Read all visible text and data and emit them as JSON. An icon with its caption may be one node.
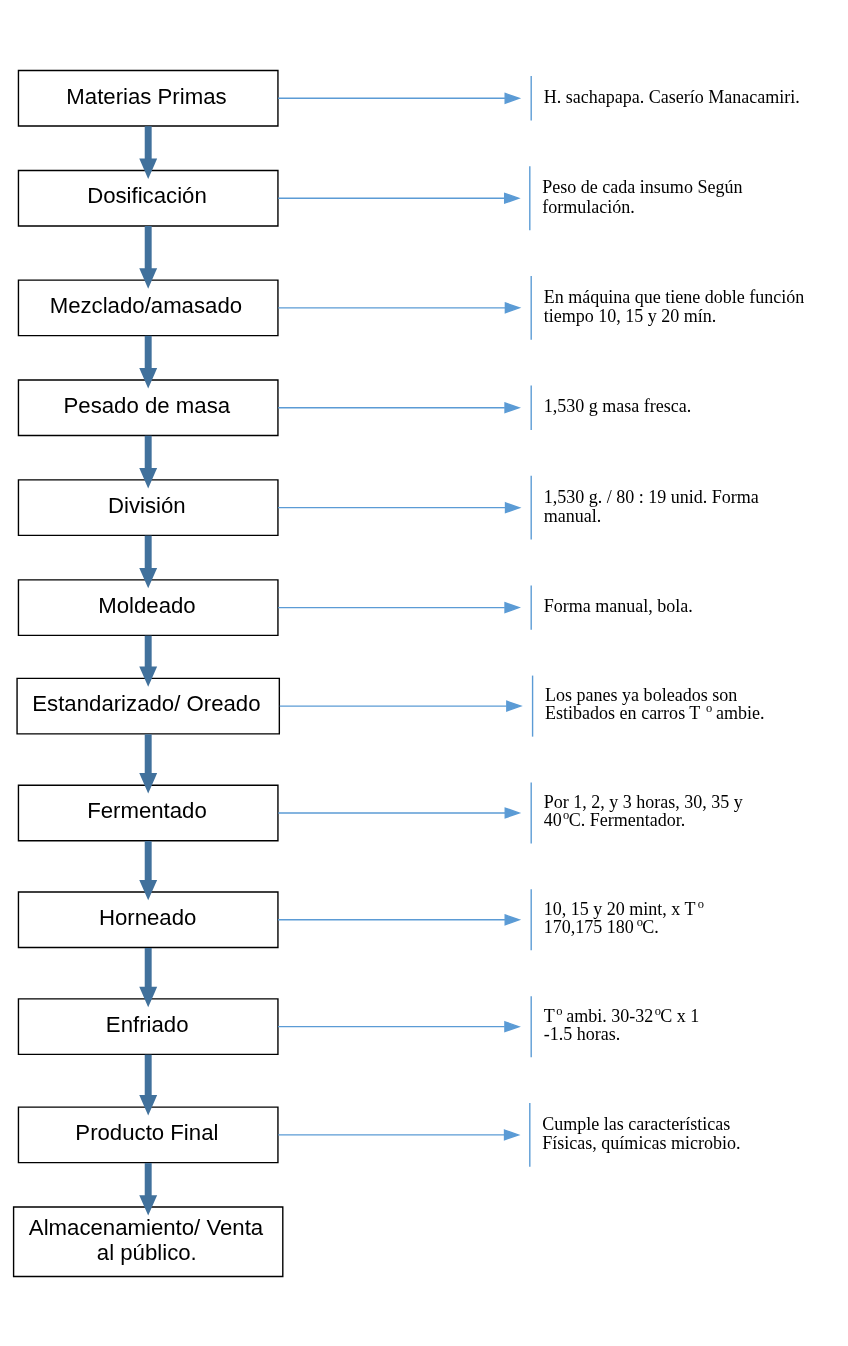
{
  "diagram": {
    "nodes": [
      {
        "text": [
          "Materias Primas"
        ]
      },
      {
        "text": [
          "H. sachapapa. Caserío Manacamiri."
        ]
      },
      {
        "text": [
          "Dosificación"
        ]
      },
      {
        "text": [
          "Peso de cada insumo Según formulación."
        ]
      },
      {
        "text": [
          "Mezclado/amasado"
        ]
      },
      {
        "text": [
          "En máquina que tiene doble función tiempo 10, 15 y 20 mín."
        ]
      },
      {
        "text": [
          "Pesado de masa"
        ]
      },
      {
        "text": [
          "1,530 g masa fresca."
        ]
      },
      {
        "text": [
          "División"
        ]
      },
      {
        "text": [
          "1,530 g. / 80 : 19 unid. Forma manual."
        ]
      },
      {
        "text": [
          "Moldeado"
        ]
      },
      {
        "text": [
          "Forma manual, bola."
        ]
      },
      {
        "text": [
          "Estandarizado/ Oreado"
        ]
      },
      {
        "text": [
          "Los panes ya boleados son Estibados en carros T$^{o}$ ambie."
        ]
      },
      {
        "text": [
          "Fermentado"
        ]
      },
      {
        "text": [
          "Por 1, 2, y 3 horas, 30, 35 y 40$^{o}$C. Fermentador."
        ]
      },
      {
        "text": [
          "Horneado"
        ]
      },
      {
        "text": [
          "10, 15 y 20 mint, x T$^{o}$ 170,175 180$^{o}$C."
        ]
      },
      {
        "text": [
          "Enfriado"
        ]
      },
      {
        "text": [
          "T$^{o}$ ambi. 30-32$^{o}$C x 1 -1.5 horas."
        ]
      },
      {
        "text": [
          "Producto Final"
        ]
      },
      {
        "text": [
          "Cumple las características Físicas, químicas microbio."
        ]
      },
      {
        "text": [
          "Almacenamiento/ Venta al público."
        ]
      }
    ],
    "edges": [
      {
        "from": 0,
        "to": 2,
        "arrow": "to",
        "style": "thick"
      },
      {
        "from": 2,
        "to": 4,
        "arrow": "to",
        "style": "thick"
      },
      {
        "from": 4,
        "to": 6,
        "arrow": "to",
        "style": "thick"
      },
      {
        "from": 6,
        "to": 8,
        "arrow": "to",
        "style": "thick"
      },
      {
        "from": 8,
        "to": 10,
        "arrow": "to",
        "style": "thick"
      },
      {
        "from": 10,
        "to": 12,
        "arrow": "to",
        "style": "thick"
      },
      {
        "from": 12,
        "to": 14,
        "arrow": "to",
        "style": "thick"
      },
      {
        "from": 14,
        "to": 16,
        "arrow": "to",
        "style": "thick"
      },
      {
        "from": 16,
        "to": 18,
        "arrow": "to",
        "style": "thick"
      },
      {
        "from": 18,
        "to": 20,
        "arrow": "to",
        "style": "thick"
      },
      {
        "from": 20,
        "to": 22,
        "arrow": "to",
        "style": "thick"
      },
      {
        "from": 0,
        "to": 1,
        "arrow": "to",
        "color": "#5b9bd5"
      },
      {
        "from": 2,
        "to": 3,
        "arrow": "to",
        "color": "#5b9bd5"
      },
      {
        "from": 4,
        "to": 5,
        "arrow": "to",
        "color": "#5b9bd5"
      },
      {
        "from": 6,
        "to": 7,
        "arrow": "to",
        "color": "#5b9bd5"
      },
      {
        "from": 8,
        "to": 9,
        "arrow": "to",
        "color": "#5b9bd5"
      },
      {
        "from": 10,
        "to": 11,
        "arrow": "to",
        "color": "#5b9bd5"
      },
      {
        "from": 12,
        "to": 13,
        "arrow": "to",
        "color": "#5b9bd5"
      },
      {
        "from": 14,
        "to": 15,
        "arrow": "to",
        "color": "#5b9bd5"
      },
      {
        "from": 16,
        "to": 17,
        "arrow": "to",
        "color": "#5b9bd5"
      },
      {
        "from": 18,
        "to": 19,
        "arrow": "to",
        "color": "#5b9bd5"
      },
      {
        "from": 20,
        "to": 21,
        "arrow": "to",
        "color": "#5b9bd5"
      }
    ]
  }
}
